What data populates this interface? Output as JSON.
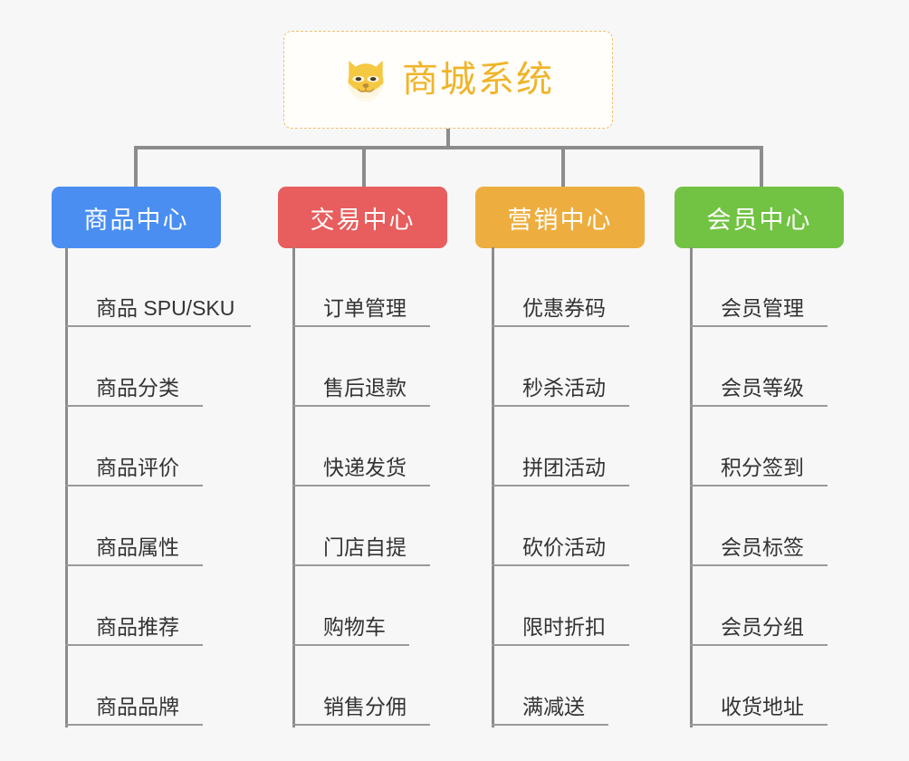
{
  "diagram": {
    "title": "商城系统",
    "root": {
      "label": "商城系统",
      "icon": "shiba-dog-icon",
      "text_color": "#f0b429",
      "border_color": "#f0c070",
      "background": "#fffefb"
    },
    "canvas_background": "#f7f7f7",
    "connector_color": "#8c8c8c",
    "leaf_text_color": "#333333",
    "leaf_rule_color": "#9a9a9a",
    "branches": [
      {
        "label": "商品中心",
        "color": "#4a8ef2",
        "items": [
          "商品 SPU/SKU",
          "商品分类",
          "商品评价",
          "商品属性",
          "商品推荐",
          "商品品牌"
        ]
      },
      {
        "label": "交易中心",
        "color": "#e85d5d",
        "items": [
          "订单管理",
          "售后退款",
          "快递发货",
          "门店自提",
          "购物车",
          "销售分佣"
        ]
      },
      {
        "label": "营销中心",
        "color": "#edae3f",
        "items": [
          "优惠券码",
          "秒杀活动",
          "拼团活动",
          "砍价活动",
          "限时折扣",
          "满减送"
        ]
      },
      {
        "label": "会员中心",
        "color": "#72c344",
        "items": [
          "会员管理",
          "会员等级",
          "积分签到",
          "会员标签",
          "会员分组",
          "收货地址"
        ]
      }
    ]
  }
}
